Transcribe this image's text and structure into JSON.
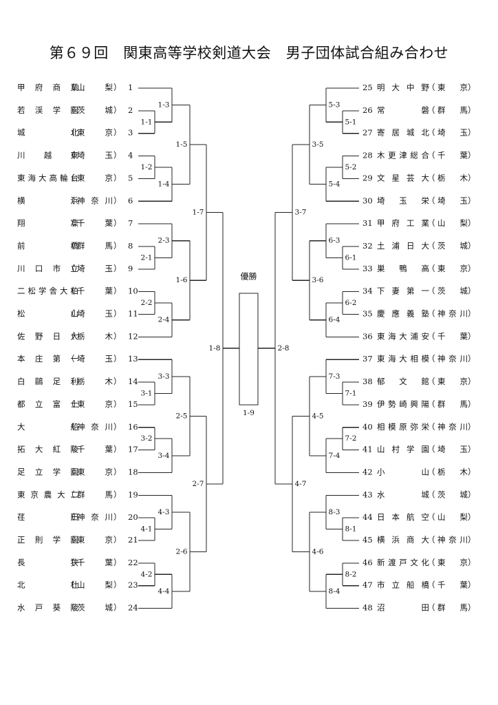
{
  "title": "第６９回　関東高等学校剣道大会　男子団体試合組み合わせ",
  "champion_label": "優勝",
  "final_label": "1-9",
  "left_teams": [
    {
      "seed": "1",
      "school": "甲府商業",
      "pref": "山梨"
    },
    {
      "seed": "2",
      "school": "若渓学園",
      "pref": "茨城"
    },
    {
      "seed": "3",
      "school": "城北",
      "pref": "東京"
    },
    {
      "seed": "4",
      "school": "川越東",
      "pref": "埼玉"
    },
    {
      "seed": "5",
      "school": "東海大高輪台",
      "pref": "東京"
    },
    {
      "seed": "6",
      "school": "横浜",
      "pref": "神奈川"
    },
    {
      "seed": "7",
      "school": "翔凜",
      "pref": "千葉"
    },
    {
      "seed": "8",
      "school": "前橋",
      "pref": "群馬"
    },
    {
      "seed": "9",
      "school": "川口市立",
      "pref": "埼玉"
    },
    {
      "seed": "10",
      "school": "二松学舎大柏",
      "pref": "千葉"
    },
    {
      "seed": "11",
      "school": "松山",
      "pref": "埼玉"
    },
    {
      "seed": "12",
      "school": "佐野日大",
      "pref": "栃木"
    },
    {
      "seed": "13",
      "school": "本庄第一",
      "pref": "埼玉"
    },
    {
      "seed": "14",
      "school": "白鷗足利",
      "pref": "栃木"
    },
    {
      "seed": "15",
      "school": "都立富士",
      "pref": "東京"
    },
    {
      "seed": "16",
      "school": "大船",
      "pref": "神奈川"
    },
    {
      "seed": "17",
      "school": "拓大紅陵",
      "pref": "千葉"
    },
    {
      "seed": "18",
      "school": "足立学園",
      "pref": "東京"
    },
    {
      "seed": "19",
      "school": "東京農大二",
      "pref": "群馬"
    },
    {
      "seed": "20",
      "school": "荏田",
      "pref": "神奈川"
    },
    {
      "seed": "21",
      "school": "正則学園",
      "pref": "東京"
    },
    {
      "seed": "22",
      "school": "長狭",
      "pref": "千葉"
    },
    {
      "seed": "23",
      "school": "北杜",
      "pref": "山梨"
    },
    {
      "seed": "24",
      "school": "水戸葵陵",
      "pref": "茨城"
    }
  ],
  "right_teams": [
    {
      "seed": "25",
      "school": "明大中野",
      "pref": "東京"
    },
    {
      "seed": "26",
      "school": "常磐",
      "pref": "群馬"
    },
    {
      "seed": "27",
      "school": "寄居城北",
      "pref": "埼玉"
    },
    {
      "seed": "28",
      "school": "木更津総合",
      "pref": "千葉"
    },
    {
      "seed": "29",
      "school": "文星芸大",
      "pref": "栃木"
    },
    {
      "seed": "30",
      "school": "埼玉栄",
      "pref": "埼玉"
    },
    {
      "seed": "31",
      "school": "甲府工業",
      "pref": "山梨"
    },
    {
      "seed": "32",
      "school": "土浦日大",
      "pref": "茨城"
    },
    {
      "seed": "33",
      "school": "巣鴨高",
      "pref": "東京"
    },
    {
      "seed": "34",
      "school": "下妻第一",
      "pref": "茨城"
    },
    {
      "seed": "35",
      "school": "慶應義塾",
      "pref": "神奈川"
    },
    {
      "seed": "36",
      "school": "東海大浦安",
      "pref": "千葉"
    },
    {
      "seed": "37",
      "school": "東海大相模",
      "pref": "神奈川"
    },
    {
      "seed": "38",
      "school": "郁文館",
      "pref": "東京"
    },
    {
      "seed": "39",
      "school": "伊勢崎興陽",
      "pref": "群馬"
    },
    {
      "seed": "40",
      "school": "相模原弥栄",
      "pref": "神奈川"
    },
    {
      "seed": "41",
      "school": "山村学園",
      "pref": "埼玉"
    },
    {
      "seed": "42",
      "school": "小山",
      "pref": "栃木"
    },
    {
      "seed": "43",
      "school": "水城",
      "pref": "茨城"
    },
    {
      "seed": "44",
      "school": "日本航空",
      "pref": "山梨"
    },
    {
      "seed": "45",
      "school": "横浜商大",
      "pref": "神奈川"
    },
    {
      "seed": "46",
      "school": "新渡戸文化",
      "pref": "東京"
    },
    {
      "seed": "47",
      "school": "市立船橋",
      "pref": "千葉"
    },
    {
      "seed": "48",
      "school": "沼田",
      "pref": "群馬"
    }
  ],
  "left_matches": {
    "r1": [
      "1-1",
      "1-2",
      "2-1",
      "2-2",
      "3-1",
      "3-2",
      "4-1",
      "4-2"
    ],
    "r2": [
      "1-3",
      "1-4",
      "2-3",
      "2-4",
      "3-3",
      "3-4",
      "4-3",
      "4-4"
    ],
    "r3": [
      "1-5",
      "1-6",
      "2-5",
      "2-6"
    ],
    "r4": [
      "1-7",
      "2-7"
    ],
    "semi": "1-8"
  },
  "right_matches": {
    "r1": [
      "5-1",
      "5-2",
      "6-1",
      "6-2",
      "7-1",
      "7-2",
      "8-1",
      "8-2"
    ],
    "r2": [
      "5-3",
      "5-4",
      "6-3",
      "6-4",
      "7-3",
      "7-4",
      "8-3",
      "8-4"
    ],
    "r3": [
      "3-5",
      "3-6",
      "4-5",
      "4-6"
    ],
    "r4": [
      "3-7",
      "4-7"
    ],
    "semi": "2-8"
  }
}
